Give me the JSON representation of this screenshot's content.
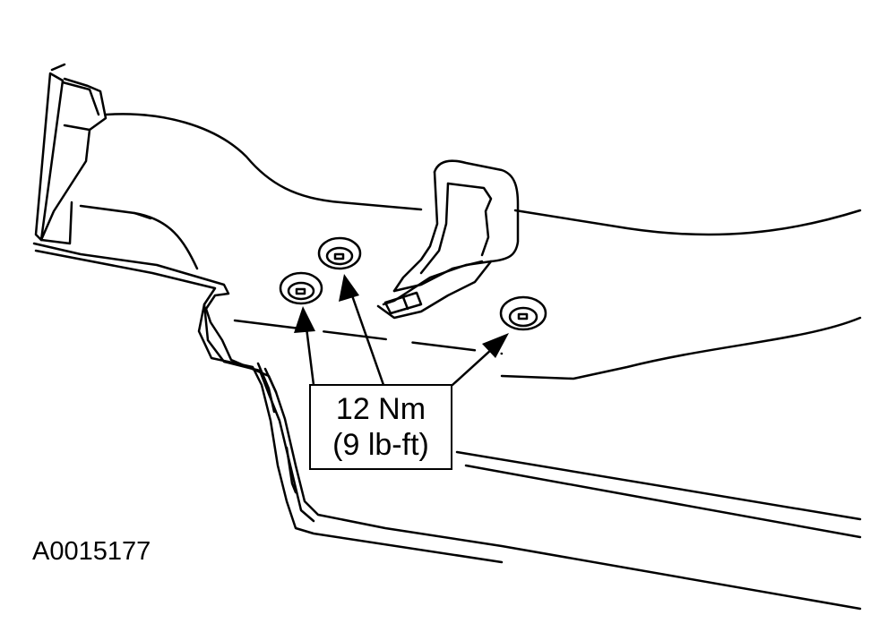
{
  "diagram": {
    "torque_nm": "12 Nm",
    "torque_lbft": "(9 lb-ft)",
    "figure_id": "A0015177"
  },
  "colors": {
    "line": "#000000",
    "background": "#ffffff"
  }
}
